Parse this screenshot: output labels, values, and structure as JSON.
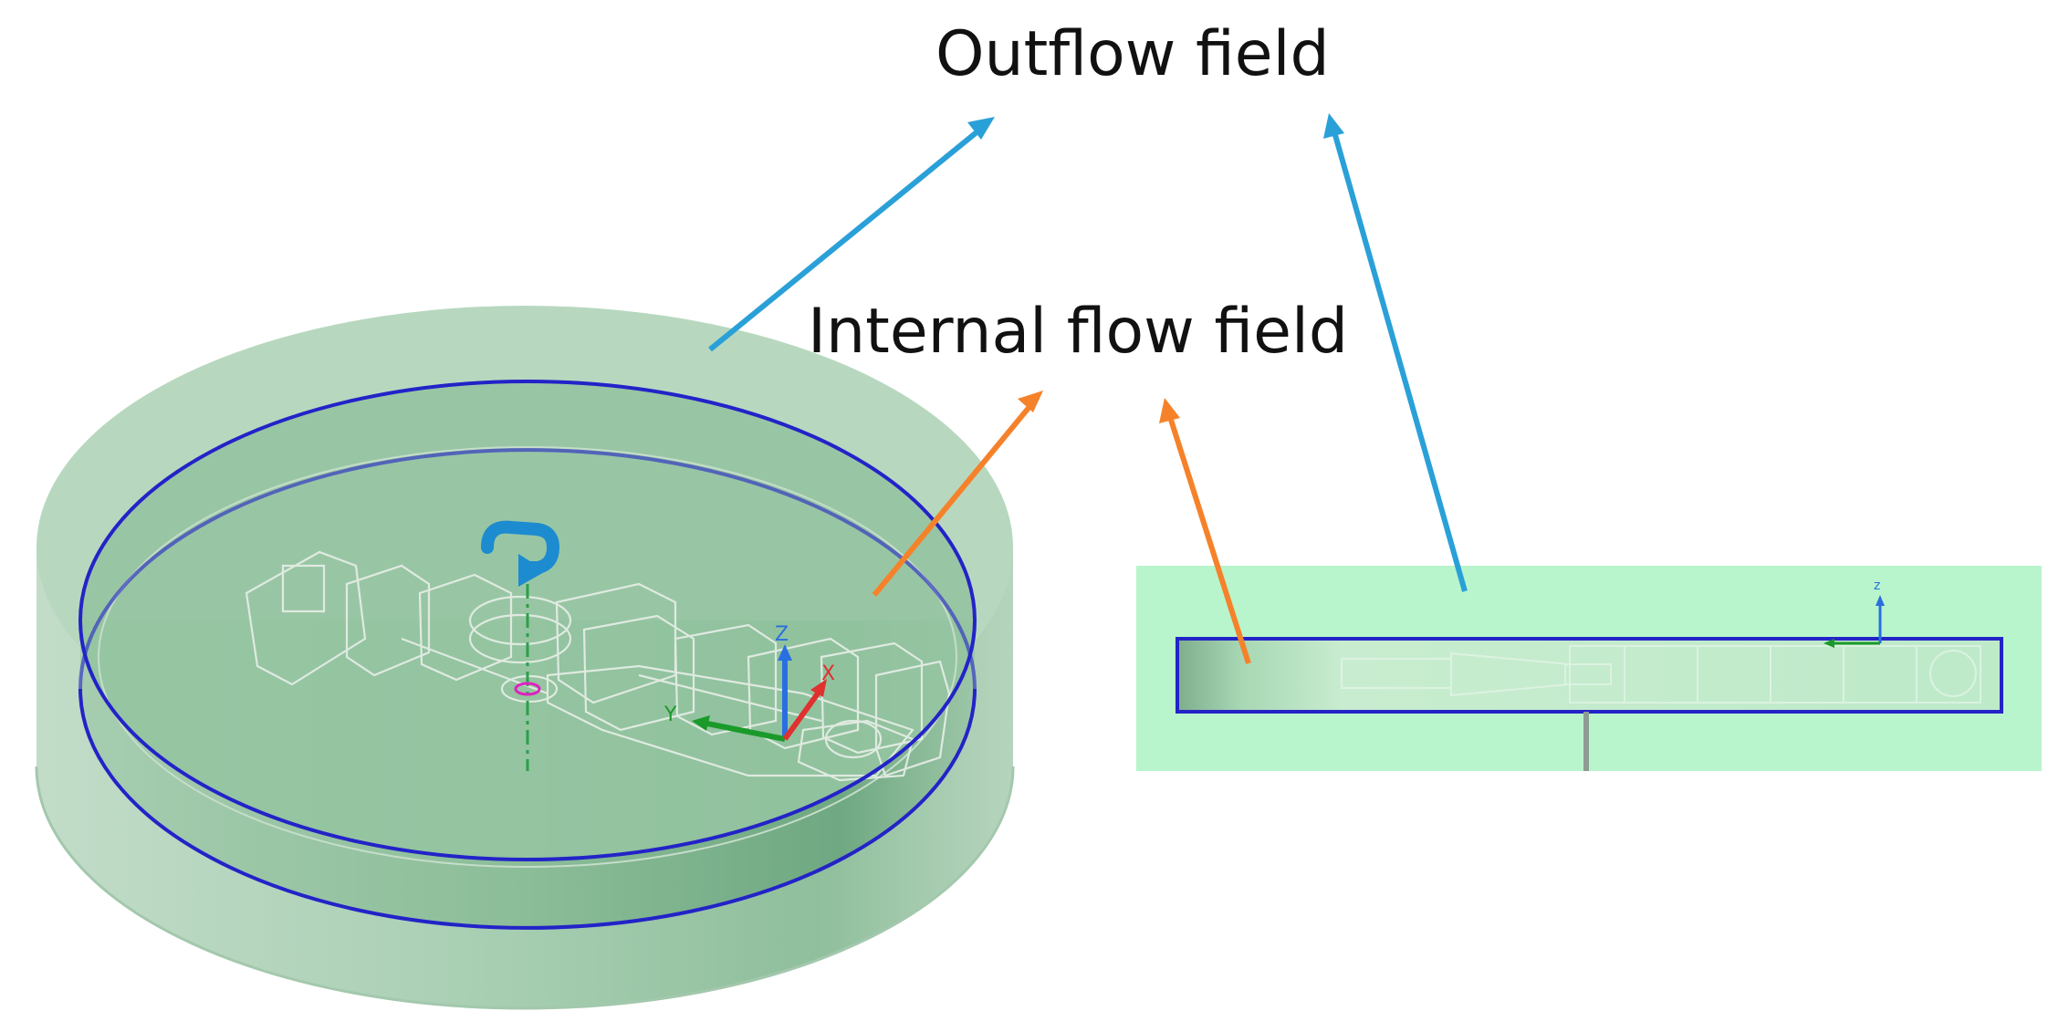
{
  "labels": {
    "outflow": "Outflow field",
    "internal": "Internal flow field"
  },
  "axes": {
    "left": {
      "z": "Z",
      "y": "Y",
      "x": "X"
    },
    "right": {
      "z": "z"
    }
  },
  "colors": {
    "outflow_arrow": "#2aa0d8",
    "internal_arrow": "#f5822a",
    "domain_outline": "#2323c8",
    "outer_domain_fill": "#b4d9bf",
    "inner_domain_fill": "#97c7a4",
    "side_view_fill": "#b8f5cc",
    "rotation_icon": "#1d8bd0",
    "axis_z": "#2a6fe0",
    "axis_y": "#1a9a2a",
    "axis_x": "#e03030",
    "origin_marker": "#e020c0"
  },
  "icons": {
    "rotation": "rotation-arrow-icon"
  }
}
